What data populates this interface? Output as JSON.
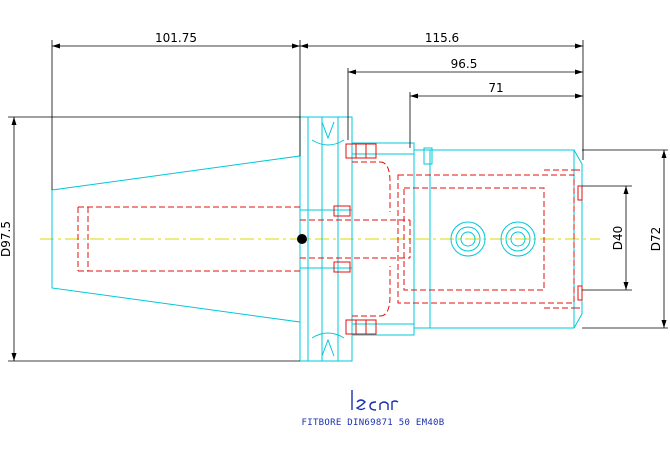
{
  "dimensions": {
    "d_101_75": "101.75",
    "d_115_6": "115.6",
    "d_96_5": "96.5",
    "d_71": "71",
    "d_97_5": "D97.5",
    "d_40": "D40",
    "d_72": "D72"
  },
  "caption": "FITBORE DIN69871 50 EM40B",
  "logo": {
    "text": "iscar",
    "color": "#1a2fb0"
  },
  "colors": {
    "outline": "#00c8d8",
    "hidden": "#e01010",
    "centerline": "#d8d800",
    "dimension": "#000000"
  }
}
